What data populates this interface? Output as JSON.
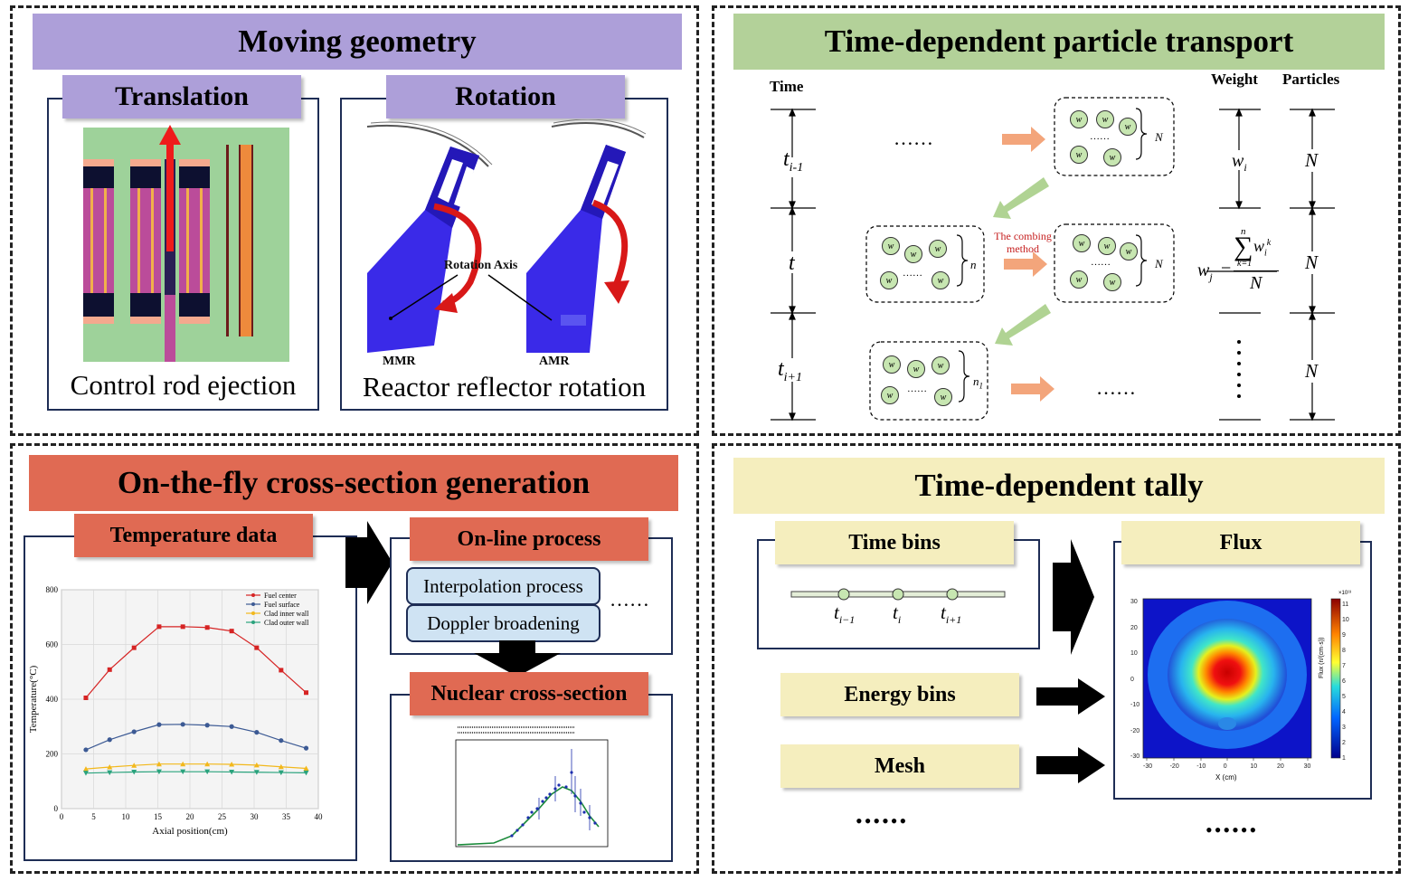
{
  "colors": {
    "moving_banner": "#ad9fd9",
    "transport_banner": "#b3d199",
    "xs_banner": "#e06a53",
    "tally_banner": "#f5eebe",
    "arrow_orange": "#f3a57b",
    "arrow_green": "#b0d393",
    "particle": "#c7e6b1",
    "pill": "#cfe3f3"
  },
  "moving": {
    "title": "Moving geometry",
    "translation": {
      "label": "Translation",
      "caption": "Control rod ejection"
    },
    "rotation": {
      "label": "Rotation",
      "caption": "Reactor reflector rotation",
      "axis": "Rotation Axis",
      "mmr": "MMR",
      "amr": "AMR"
    }
  },
  "transport": {
    "title": "Time-dependent particle transport",
    "col_time": "Time",
    "col_weight": "Weight",
    "col_particles": "Particles",
    "t_prev": "t",
    "t_prev_sub": "i-1",
    "t_now": "t",
    "t_next": "t",
    "t_next_sub": "i+1",
    "dots": "……",
    "combing": [
      "The combing",
      "method"
    ],
    "N": "N",
    "n": "n",
    "n1": "n",
    "n1_sub": "1",
    "w_i": "w",
    "w_i_sub": "i",
    "w_particle": "w",
    "w_j": "w",
    "w_j_sub": "j",
    "eq": "=",
    "sum_top": "n",
    "sum_bot": "k=1",
    "sum_w": "w",
    "sum_w_sub": "i",
    "sum_w_sup": "k"
  },
  "xs": {
    "title": "On-the-fly cross-section  generation",
    "temp_label": "Temperature data",
    "online_label": "On-line process",
    "pill1": "Interpolation process",
    "pill2": "Doppler broadening",
    "dots": "……",
    "nuclear_label": "Nuclear cross-section"
  },
  "tally": {
    "title": "Time-dependent tally",
    "time_bins": "Time bins",
    "t_prev": "t",
    "t_prev_sub": "i−1",
    "t_now": "t",
    "t_now_sub": "i",
    "t_next": "t",
    "t_next_sub": "i+1",
    "energy_bins": "Energy bins",
    "mesh": "Mesh",
    "dots_left": "••••••",
    "flux_label": "Flux",
    "dots_right": "••••••",
    "flux_xlabel": "X (cm)",
    "flux_ylabel": "Flux (n/(cm·s))",
    "flux_x_ticks": [
      "-30",
      "-20",
      "-10",
      "0",
      "10",
      "20",
      "30"
    ],
    "flux_y_ticks": [
      "30",
      "20",
      "10",
      "0",
      "-10",
      "-20",
      "-30"
    ],
    "colorbar_ticks": [
      "11",
      "10",
      "9",
      "8",
      "7",
      "6",
      "5",
      "4",
      "3",
      "2",
      "1"
    ],
    "colorbar_exp": "×10¹³"
  },
  "chart_data": [
    {
      "type": "line",
      "xlabel": "Axial position(cm)",
      "ylabel": "Temperature(°C)",
      "xlim": [
        0,
        40
      ],
      "ylim": [
        0,
        800
      ],
      "x_ticks": [
        0,
        5,
        10,
        15,
        20,
        25,
        30,
        35,
        40
      ],
      "y_ticks": [
        0,
        200,
        400,
        600,
        800
      ],
      "grid": true,
      "legend": "top-right",
      "x": [
        3.8,
        7.5,
        11.3,
        15.2,
        18.9,
        22.7,
        26.5,
        30.4,
        34.2,
        38.1
      ],
      "series": [
        {
          "name": "Fuel center",
          "color": "#d62424",
          "marker": "square",
          "values": [
            405,
            508,
            588,
            665,
            665,
            662,
            649,
            588,
            506,
            424
          ]
        },
        {
          "name": "Fuel surface",
          "color": "#3c5a94",
          "marker": "circle",
          "values": [
            215,
            252,
            281,
            307,
            308,
            305,
            300,
            279,
            249,
            221
          ]
        },
        {
          "name": "Clad inner wall",
          "color": "#f2b81c",
          "marker": "triangle",
          "values": [
            145,
            152,
            158,
            163,
            163,
            163,
            162,
            159,
            153,
            147
          ]
        },
        {
          "name": "Clad outer wall",
          "color": "#2aa37d",
          "marker": "triangle-down",
          "values": [
            130,
            132,
            134,
            135,
            135,
            135,
            134,
            133,
            132,
            131
          ]
        }
      ]
    }
  ]
}
